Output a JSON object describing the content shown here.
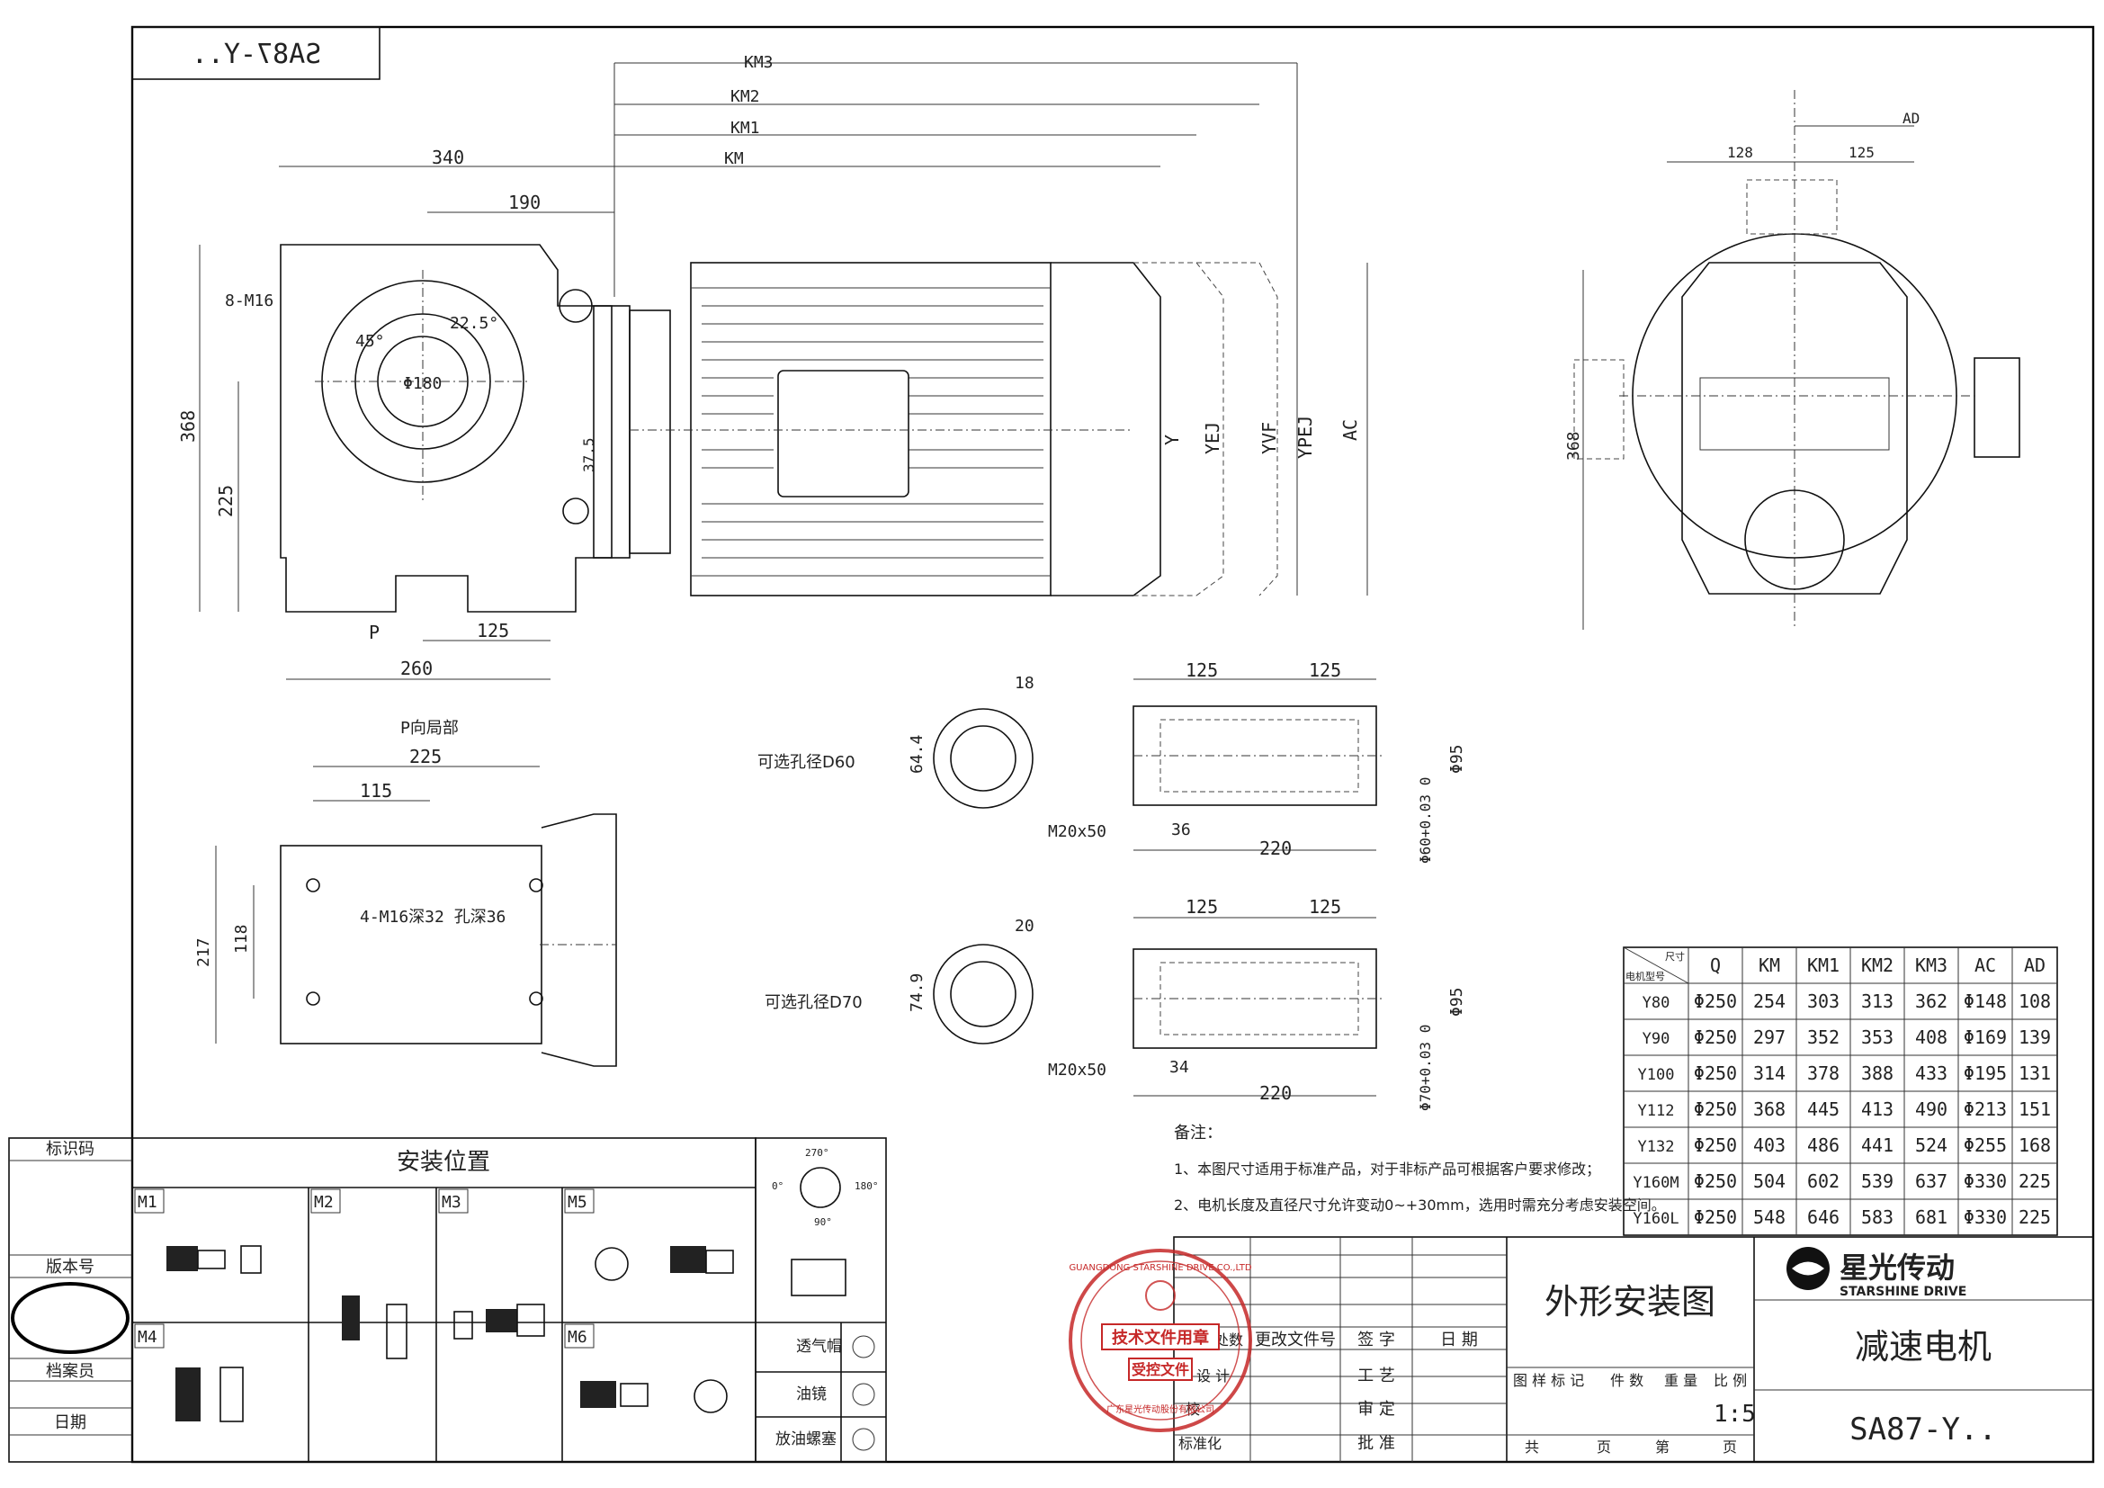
{
  "drawing": {
    "code_mirrored": "SA87-Y..",
    "dims_front": {
      "km3": "KM3",
      "km2": "KM2",
      "km1": "KM1",
      "km": "KM",
      "w340": "340",
      "w190": "190",
      "h368": "368",
      "h225": "225",
      "w125": "125",
      "w260": "260",
      "thread": "8-M16",
      "angle45": "45°",
      "angle225": "22.5°",
      "bore": "Φ180",
      "offset": "37.5",
      "p_arrow": "P",
      "y": "Y",
      "yej": "YEJ",
      "yvf": "YVF",
      "ypej": "YPEJ",
      "ac": "AC"
    },
    "dims_side": {
      "ad": "AD",
      "w128": "128",
      "w125": "125",
      "h368": "368"
    },
    "p_view": {
      "title": "P向局部",
      "w225": "225",
      "w115": "115",
      "h217": "217",
      "h118": "118",
      "holes": "4-M16深32 孔深36"
    },
    "shaft_d60": {
      "label": "可选孔径D60",
      "key": "18",
      "depth": "64.4",
      "l125a": "125",
      "l125b": "125",
      "dia95": "Φ95",
      "thread": "M20x50",
      "l36": "36",
      "l220": "220",
      "tol": "Φ60+0.03 0"
    },
    "shaft_d70": {
      "label": "可选孔径D70",
      "key": "20",
      "depth": "74.9",
      "l125a": "125",
      "l125b": "125",
      "dia95": "Φ95",
      "thread": "M20x50",
      "l34": "34",
      "l220": "220",
      "tol": "Φ70+0.03 0"
    }
  },
  "notes": {
    "title": "备注：",
    "line1": "1、本图尺寸适用于标准产品，对于非标产品可根据客户要求修改；",
    "line2": "2、电机长度及直径尺寸允许变动0~+30mm，选用时需充分考虑安装空间。"
  },
  "table": {
    "corner_top": "尺寸",
    "corner_bottom": "电机型号",
    "headers": [
      "Q",
      "KM",
      "KM1",
      "KM2",
      "KM3",
      "AC",
      "AD"
    ],
    "rows": [
      [
        "Y80",
        "Φ250",
        "254",
        "303",
        "313",
        "362",
        "Φ148",
        "108"
      ],
      [
        "Y90",
        "Φ250",
        "297",
        "352",
        "353",
        "408",
        "Φ169",
        "139"
      ],
      [
        "Y100",
        "Φ250",
        "314",
        "378",
        "388",
        "433",
        "Φ195",
        "131"
      ],
      [
        "Y112",
        "Φ250",
        "368",
        "445",
        "413",
        "490",
        "Φ213",
        "151"
      ],
      [
        "Y132",
        "Φ250",
        "403",
        "486",
        "441",
        "524",
        "Φ255",
        "168"
      ],
      [
        "Y160M",
        "Φ250",
        "504",
        "602",
        "539",
        "637",
        "Φ330",
        "225"
      ],
      [
        "Y160L",
        "Φ250",
        "548",
        "646",
        "583",
        "681",
        "Φ330",
        "225"
      ]
    ]
  },
  "mounting": {
    "title": "安装位置",
    "positions": [
      "M1",
      "M2",
      "M3",
      "M4",
      "M5",
      "M6"
    ],
    "legend": [
      "透气帽",
      "油镜",
      "放油螺塞"
    ],
    "angles": [
      "270°",
      "0°",
      "180°",
      "90°"
    ]
  },
  "left_column": {
    "label1": "标识码",
    "label2": "版本号",
    "label3": "档案员",
    "label4": "日期"
  },
  "title_block": {
    "heading": "外形安装图",
    "product": "减速电机",
    "model": "SA87-Y..",
    "brand_cn": "星光传动",
    "brand_en": "STARSHINE DRIVE",
    "cells": {
      "change_no": "更改文件号",
      "sign": "签  字",
      "date": "日  期",
      "process": "工  艺",
      "approve_check": "审  定",
      "approve": "批  准",
      "design": "设  计",
      "check": "校",
      "std": "标准化",
      "flags": "处数",
      "doc_marks": "图 样 标 记",
      "pieces": "件 数",
      "weight": "重 量",
      "scale_label": "比 例",
      "scale": "1:5",
      "total": "共",
      "page": "页",
      "no": "第",
      "page2": "页"
    }
  },
  "stamp": {
    "top": "GUANGDONG STARSHINE DRIVE CO.,LTD",
    "line1": "技术文件用章",
    "line2": "受控文件",
    "bottom": "广东星光传动股份有限公司"
  }
}
